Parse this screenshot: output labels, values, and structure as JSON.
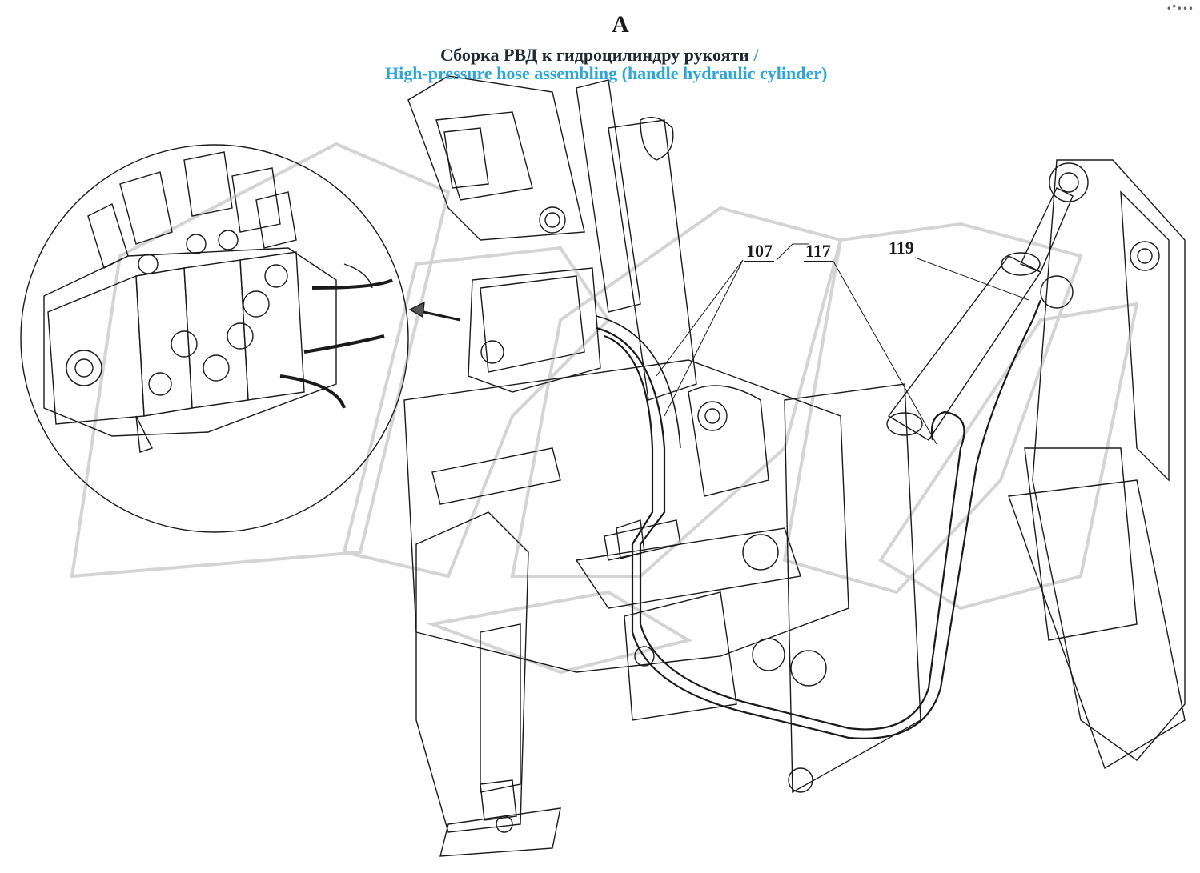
{
  "view_letter": "А",
  "title_ru": "Сборка РВД к гидроцилиндру рукояти",
  "title_slash": "/",
  "title_en": "High-pressure hose assembling (handle hydraulic cylinder)",
  "callouts": [
    {
      "label": "107"
    },
    {
      "label": "117"
    },
    {
      "label": "119"
    }
  ],
  "watermark_text": "ОРИКС",
  "corner_mark": "•°•••",
  "colors": {
    "line": "#1a1a1a",
    "accent": "#2aa7df",
    "watermark": "#d8d8d8"
  }
}
